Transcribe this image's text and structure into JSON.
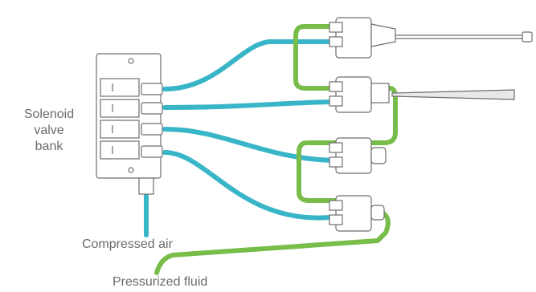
{
  "labels": {
    "valve_bank": [
      "Solenoid",
      "valve",
      "bank"
    ],
    "compressed_air": "Compressed air",
    "pressurized_fluid": "Pressurized fluid"
  },
  "colors": {
    "air_line": "#39b5c8",
    "fluid_line": "#78bd4a",
    "outline": "#6e6e6e",
    "label": "#6b6b6b"
  }
}
